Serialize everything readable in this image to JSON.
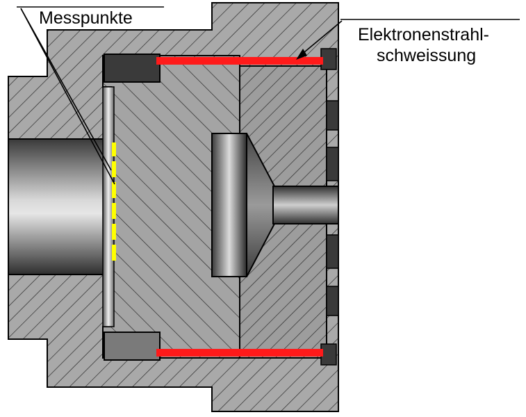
{
  "labels": {
    "measure_points": "Messpunkte",
    "ebw_line1": "Elektronenstrahl-",
    "ebw_line2": "schweissung"
  },
  "colors": {
    "hatch_fill": "#a9a9a9",
    "hatch_line": "#333333",
    "outline": "#000000",
    "weld_seam": "#ff1a1a",
    "measure_points": "#ffff00",
    "dark_insert": "#3a3a3a"
  }
}
